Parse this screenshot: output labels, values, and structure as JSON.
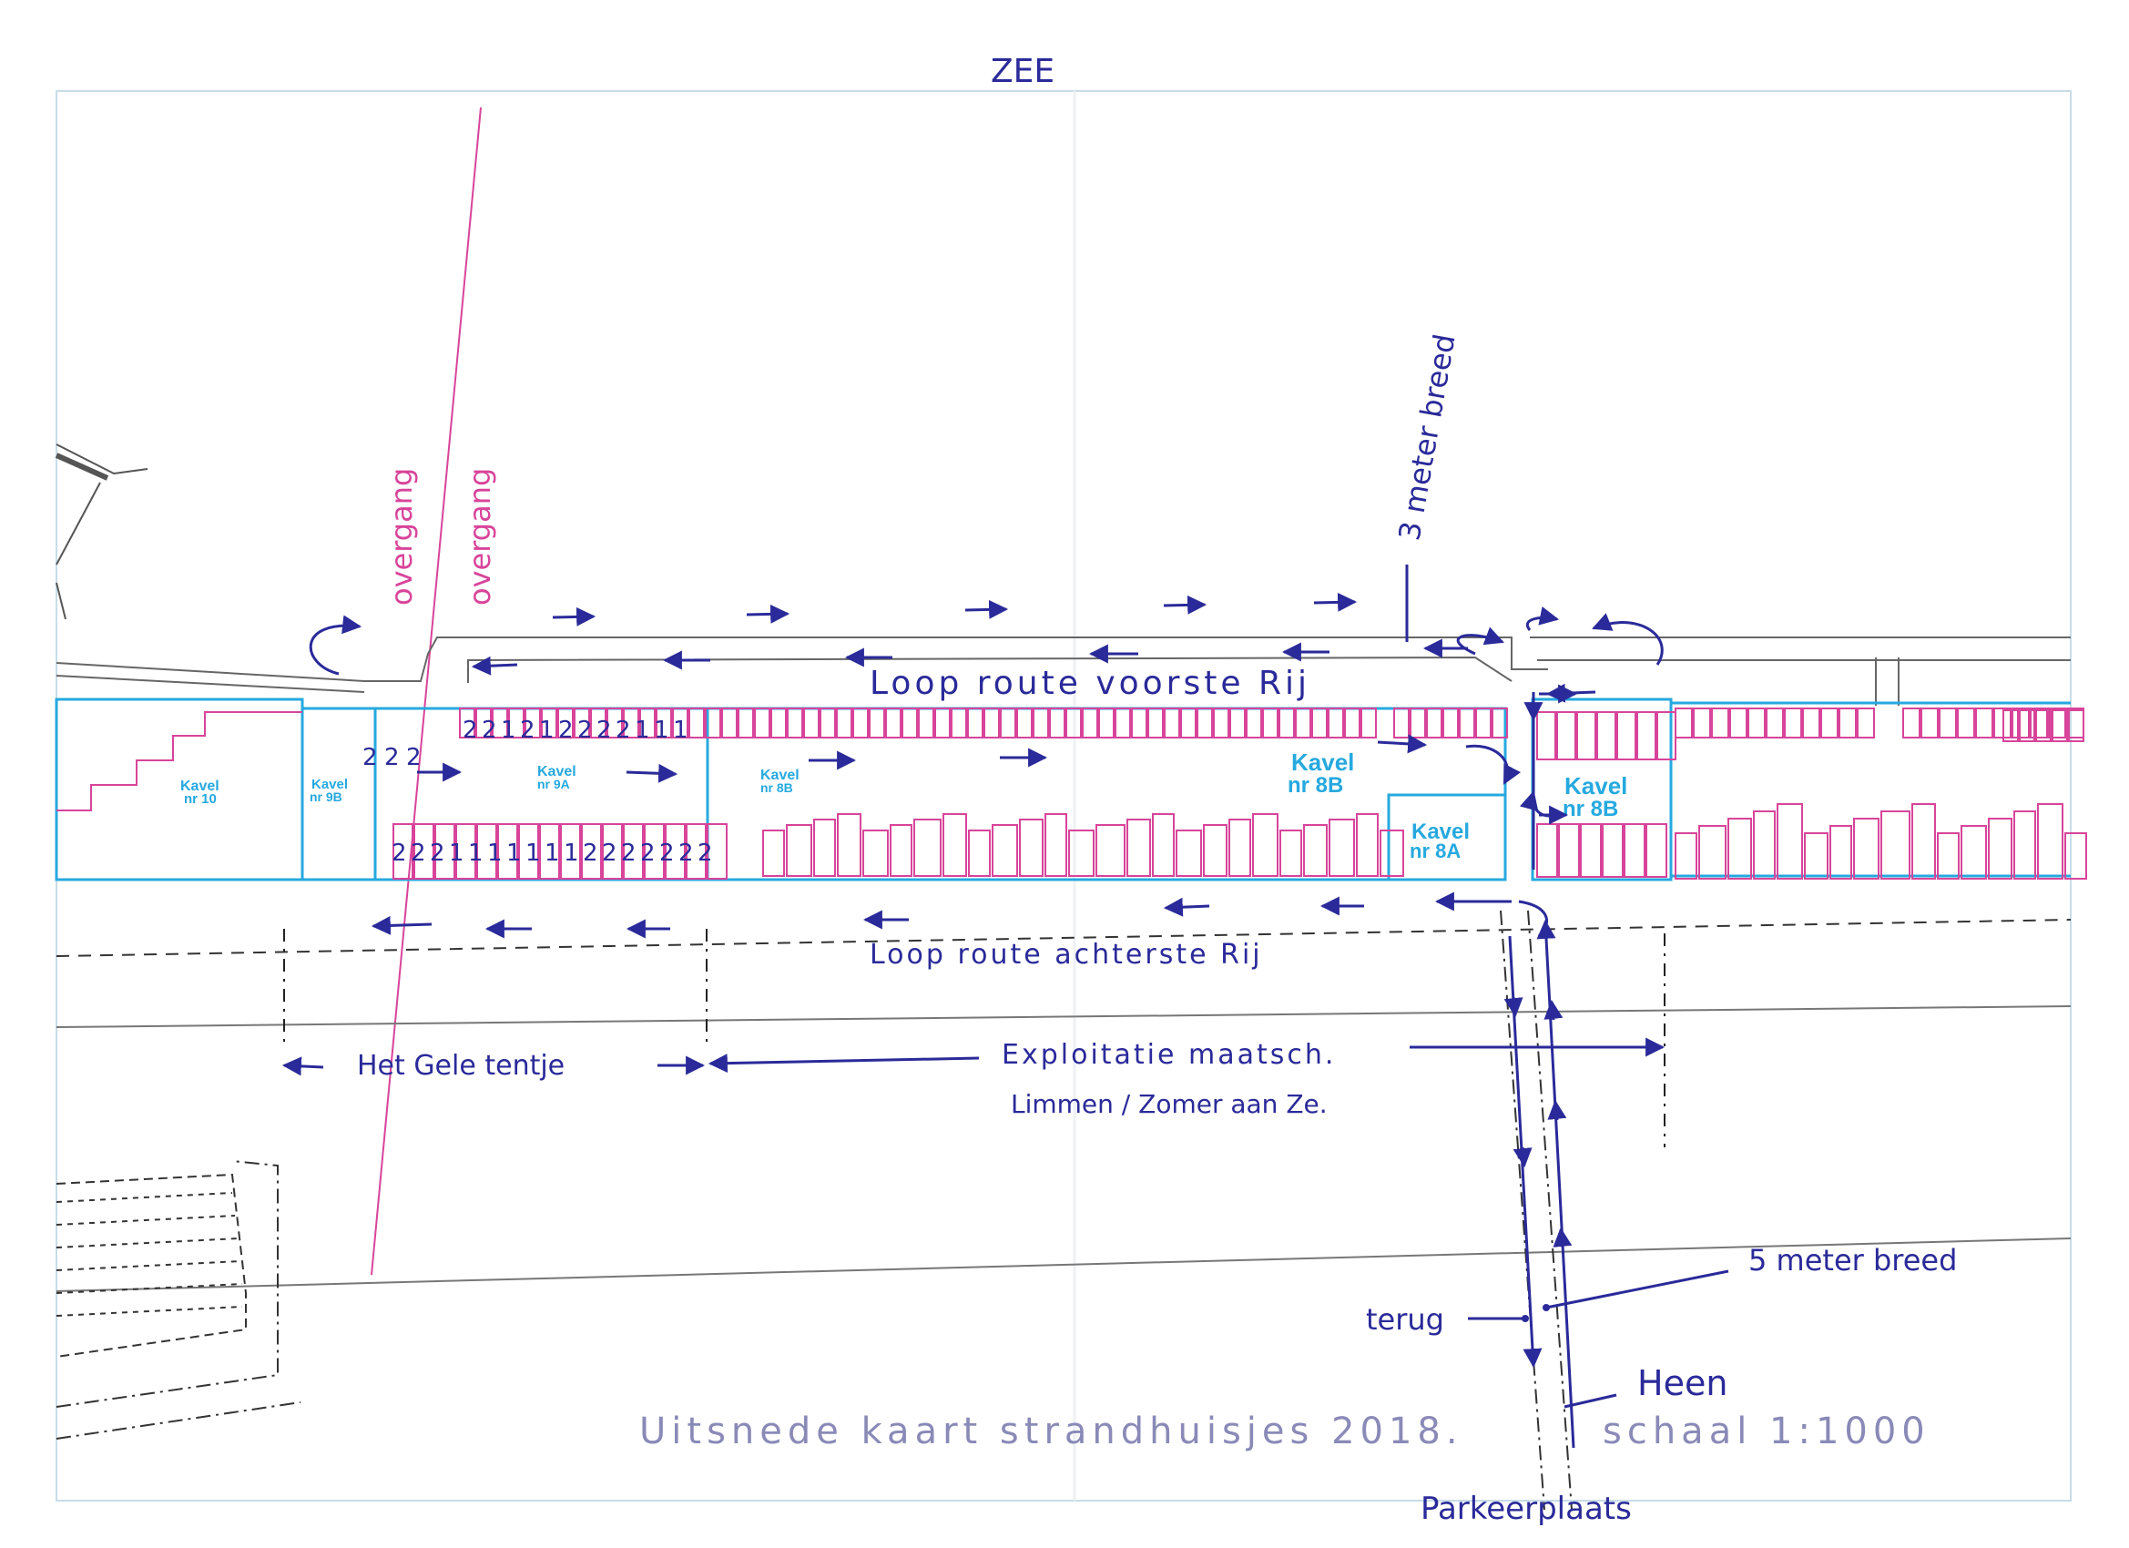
{
  "map": {
    "sea_label": "ZEE",
    "crossing_labels": [
      "overgang",
      "overgang"
    ],
    "width_note_top": "3 meter breed",
    "route_front": "Loop route voorste Rij",
    "route_back": "Loop route achterste Rij",
    "plots": [
      {
        "id": "kavel-nr-10",
        "name": "Kavel",
        "number": "nr 10"
      },
      {
        "id": "kavel-nr-9b",
        "name": "Kavel",
        "number": "nr 9B"
      },
      {
        "id": "kavel-nr-9a",
        "name": "Kavel",
        "number": "nr 9A"
      },
      {
        "id": "kavel-nr-8b-small",
        "name": "Kavel",
        "number": "nr 8B"
      },
      {
        "id": "kavel-nr-8b-large",
        "name": "Kavel",
        "number": "nr 8B"
      },
      {
        "id": "kavel-nr-8a",
        "name": "Kavel",
        "number": "nr 8A"
      },
      {
        "id": "kavel-nr-8b-right",
        "name": "Kavel",
        "number": "nr 8B"
      }
    ],
    "front_row_numbers": [
      "2",
      "2",
      "1",
      "2",
      "1",
      "2",
      "2",
      "2",
      "2",
      "1",
      "1",
      "1"
    ],
    "left_cluster_numbers": [
      "2",
      "2",
      "2"
    ],
    "back_row_numbers": [
      "2",
      "2",
      "2",
      "1",
      "1",
      "1",
      "1",
      "1",
      "1",
      "1",
      "2",
      "2",
      "2",
      "2",
      "2",
      "2",
      "2"
    ],
    "zone_left": "Het Gele tentje",
    "zone_right_line1": "Exploitatie maatsch.",
    "zone_right_line2": "Limmen / Zomer aan Ze.",
    "width_note_bottom": "5 meter breed",
    "label_back": "terug",
    "label_there": "Heen",
    "parking": "Parkeerplaats",
    "title": "Uitsnede kaart strandhuisjes 2018.",
    "scale": "schaal 1:1000",
    "colors": {
      "ink": "#2a2a9a",
      "pink": "#d8449a",
      "cyan": "#26a9df",
      "gray": "#8a8ab8"
    }
  }
}
